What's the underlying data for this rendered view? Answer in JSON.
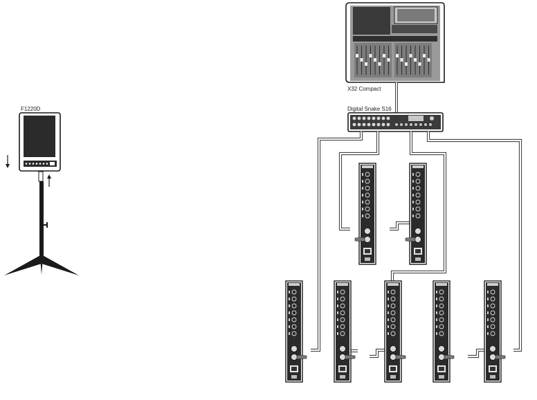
{
  "labels": {
    "speaker_model": "F1220D",
    "mixer_model": "X32 Compact",
    "snake_model": "Digital Snake S16"
  },
  "colors": {
    "ink": "#1a1a1a",
    "panel_dark": "#2b2b2b",
    "panel_mid": "#555555",
    "cable_outer": "#444444",
    "cable_inner": "#ffffff",
    "connector": "#777777"
  },
  "icons": {
    "arrow_down": "arrow-down-icon",
    "arrow_up": "arrow-up-icon"
  },
  "stage_monitor_count": 2,
  "floor_monitor_count": 5
}
